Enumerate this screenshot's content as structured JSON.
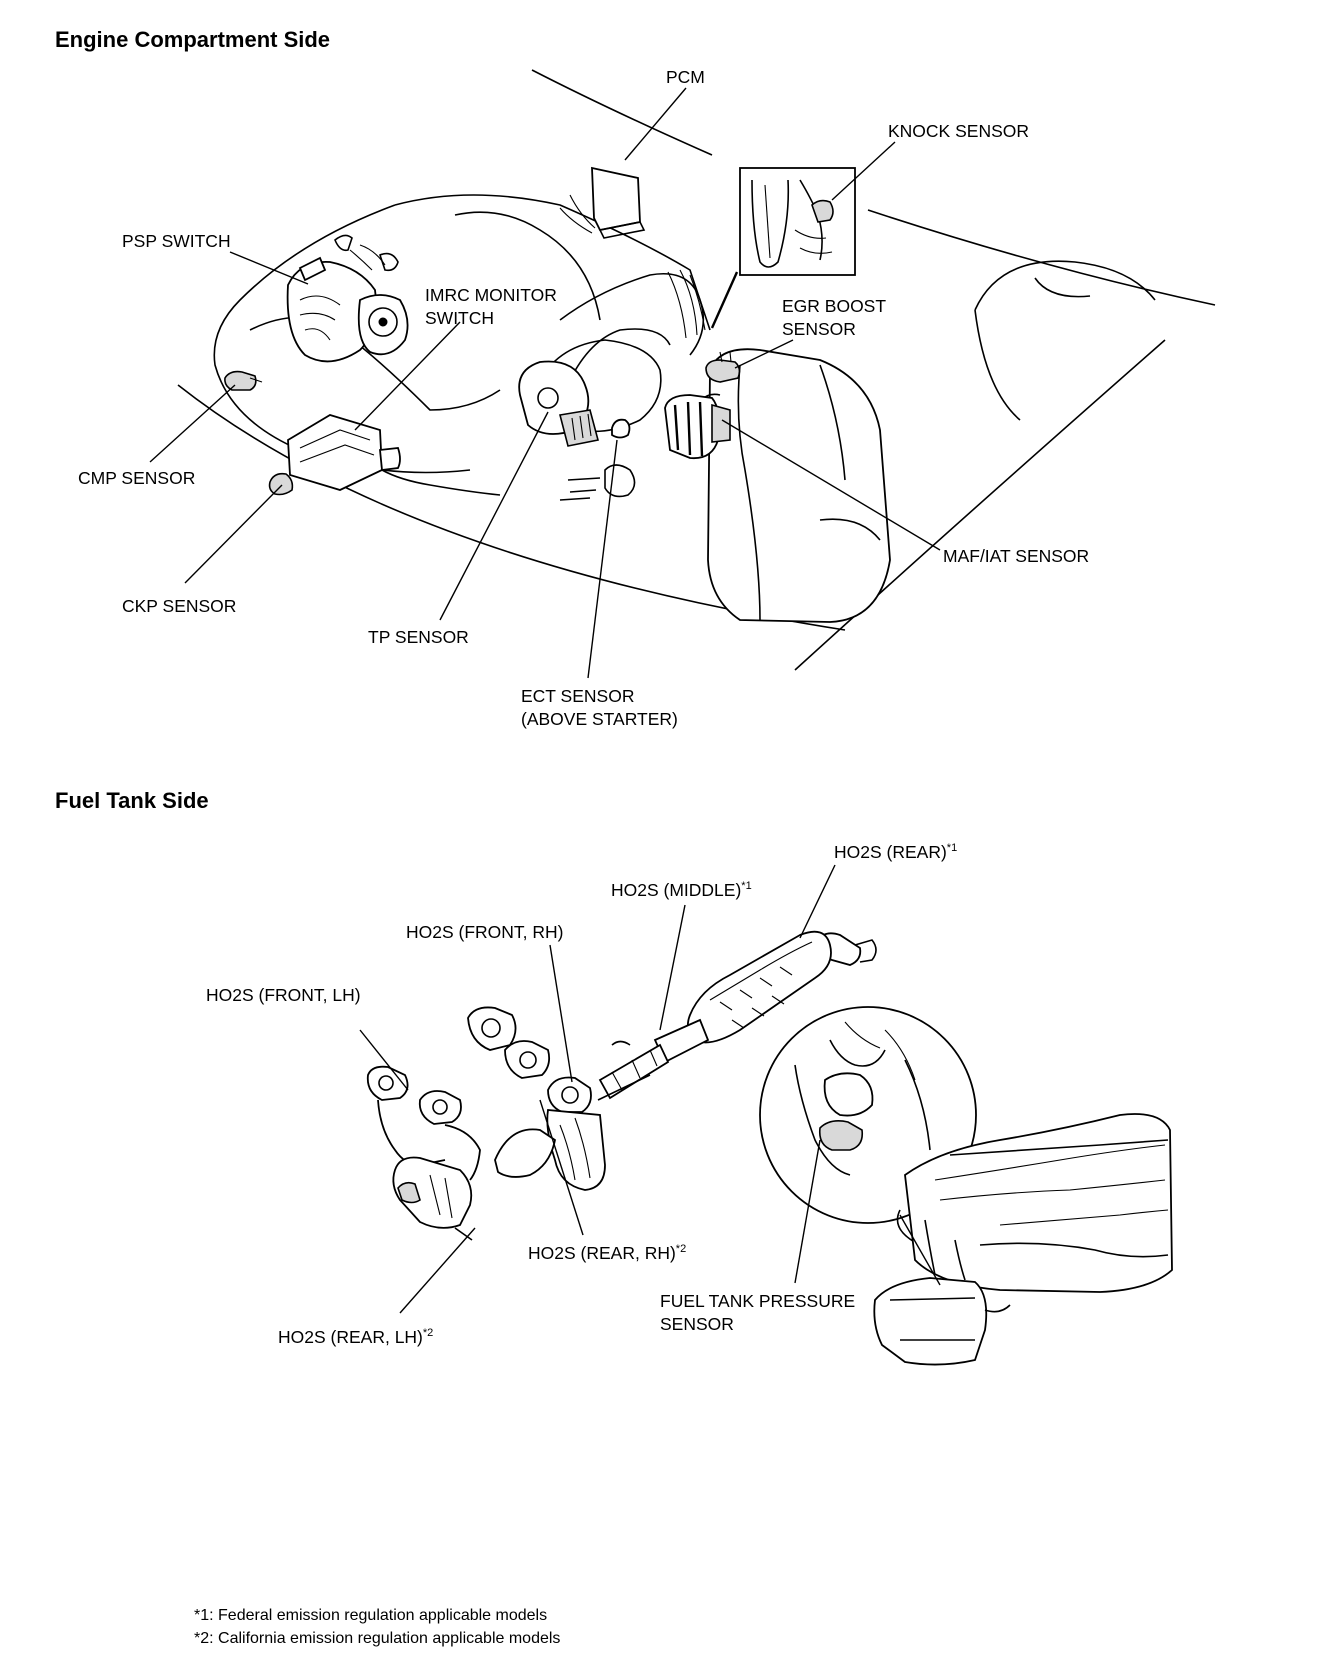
{
  "sections": {
    "engine": {
      "title": "Engine Compartment Side"
    },
    "fuel": {
      "title": "Fuel Tank Side"
    }
  },
  "labels": {
    "pcm": "PCM",
    "knock_sensor": "KNOCK SENSOR",
    "psp_switch": "PSP SWITCH",
    "imrc_line1": "IMRC MONITOR",
    "imrc_line2": "SWITCH",
    "egr_line1": "EGR BOOST",
    "egr_line2": "SENSOR",
    "cmp_sensor": "CMP SENSOR",
    "ckp_sensor": "CKP SENSOR",
    "maf_iat_sensor": "MAF/IAT SENSOR",
    "tp_sensor": "TP SENSOR",
    "ect_line1": "ECT SENSOR",
    "ect_line2": "(ABOVE STARTER)",
    "ho2s_rear": "HO2S (REAR)",
    "ho2s_rear_sup": "*1",
    "ho2s_middle": "HO2S (MIDDLE)",
    "ho2s_middle_sup": "*1",
    "ho2s_front_rh": "HO2S (FRONT, RH)",
    "ho2s_front_lh": "HO2S (FRONT, LH)",
    "ho2s_rear_rh": "HO2S (REAR, RH)",
    "ho2s_rear_rh_sup": "*2",
    "ho2s_rear_lh": "HO2S (REAR, LH)",
    "ho2s_rear_lh_sup": "*2",
    "ftp_line1": "FUEL TANK PRESSURE",
    "ftp_line2": "SENSOR"
  },
  "footnotes": [
    "*1: Federal emission regulation applicable models",
    "*2: California emission regulation applicable models"
  ]
}
